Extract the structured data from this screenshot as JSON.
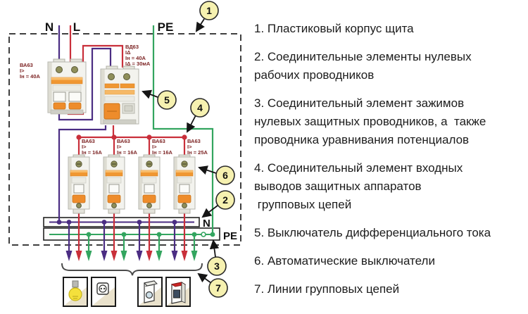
{
  "schematic": {
    "incoming_labels": {
      "n": "N",
      "l": "L",
      "pe": "PE"
    },
    "busbar_labels": {
      "n": "N",
      "pe": "PE"
    },
    "main_breaker": {
      "lines": [
        "ВА63",
        "I>",
        "Iн = 40А"
      ]
    },
    "rcd": {
      "lines": [
        "ВД63",
        "IΔ",
        "Iн = 40А",
        "IΔ = 30мА"
      ]
    },
    "group_breakers": [
      {
        "lines": [
          "ВА63",
          "I>",
          "Iн = 16А"
        ]
      },
      {
        "lines": [
          "ВА63",
          "I>",
          "Iн = 16А"
        ]
      },
      {
        "lines": [
          "ВА63",
          "I>",
          "Iн = 16А"
        ]
      },
      {
        "lines": [
          "ВА63",
          "I>",
          "Iн = 25А"
        ]
      }
    ],
    "callouts": [
      {
        "n": "1"
      },
      {
        "n": "2"
      },
      {
        "n": "3"
      },
      {
        "n": "4"
      },
      {
        "n": "5"
      },
      {
        "n": "6"
      },
      {
        "n": "7"
      }
    ],
    "load_icons": [
      {
        "name": "lighting"
      },
      {
        "name": "wall-socket"
      },
      {
        "name": "washing-machine"
      },
      {
        "name": "electric-stove"
      }
    ],
    "colors": {
      "neutral_wire": "#4b2d83",
      "line_wire": "#c92f3a",
      "pe_wire": "#33a55f",
      "callout_fill": "#f6f1b0",
      "device_orange": "#f09732"
    }
  },
  "legend": {
    "items": [
      "1. Пластиковый корпус щита",
      "2. Соединительные элементы нулевых\nрабочих проводников",
      "3. Соединительный элемент зажимов\nнулевых защитных проводников, а  также\nпроводника уравнивания потенциалов",
      "4. Соединительный элемент входных\nвыводов защитных аппаратов\n групповых цепей",
      "5. Выключатель дифференциального тока",
      "6. Автоматические выключатели",
      "7. Линии групповых цепей"
    ]
  }
}
